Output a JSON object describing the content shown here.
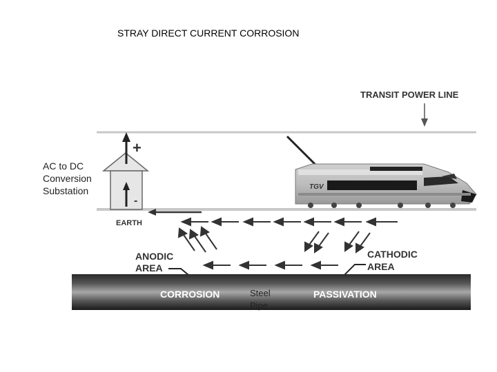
{
  "title": "STRAY DIRECT CURRENT CORROSION",
  "labels": {
    "transit_power_line": "TRANSIT POWER LINE",
    "substation_line1": "AC to DC",
    "substation_line2": "Conversion",
    "substation_line3": "Substation",
    "plus": "+",
    "minus": "-",
    "earth": "EARTH",
    "anodic_line1": "ANODIC",
    "anodic_line2": "AREA",
    "cathodic_line1": "CATHODIC",
    "cathodic_line2": "AREA",
    "corrosion": "CORROSION",
    "passivation": "PASSIVATION",
    "steel_line1": "Steel",
    "steel_line2": "Pipe",
    "train_logo": "TGV"
  },
  "colors": {
    "line": "#c8c8c8",
    "arrow": "#333333",
    "pipe_dark": "#1e1e1e",
    "pipe_light": "#9a9a9a"
  }
}
